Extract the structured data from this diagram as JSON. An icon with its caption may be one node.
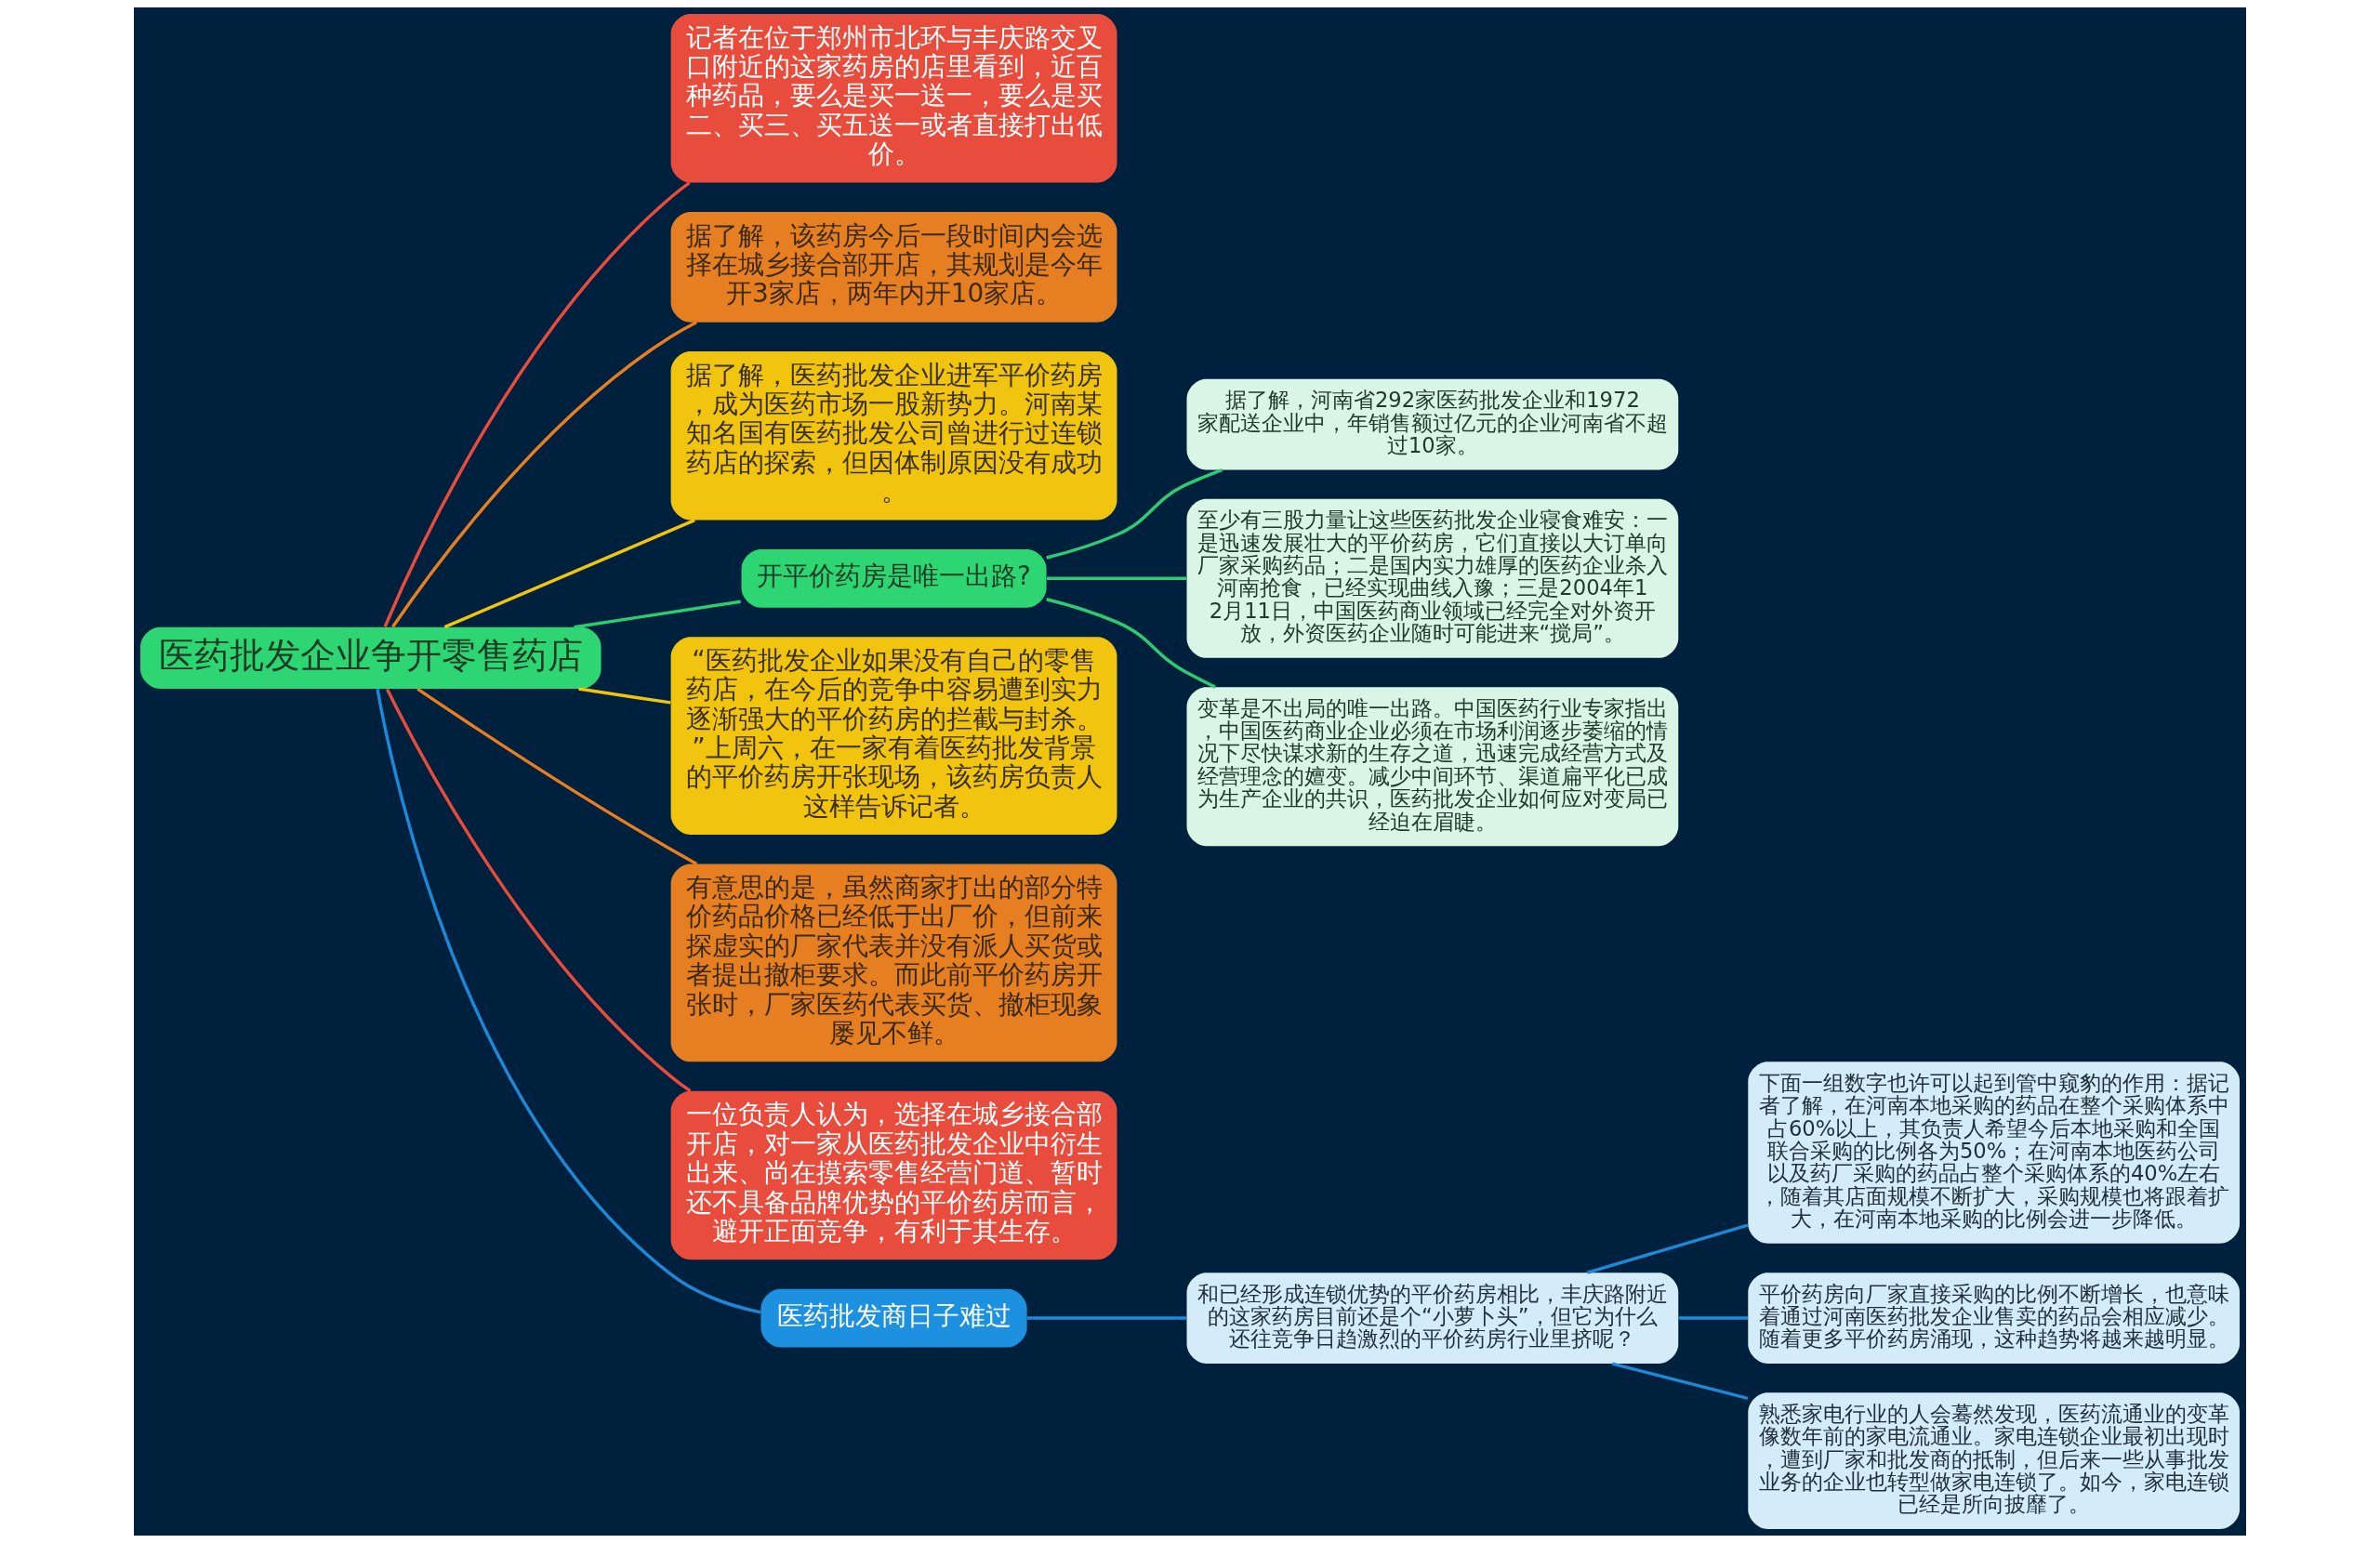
{
  "diagram": {
    "nodes": [
      {
        "text": [
          "医药批发企业争开零售药店"
        ]
      },
      {
        "text": [
          "记者在位于郑州市北环与丰庆路交叉口附近的这家药房的店里看到，近百种药品，要么是买一送一，要么是买二、买三、买五送一或者直接打出低价。"
        ]
      },
      {
        "text": [
          "据了解，该药房今后一段时间内会选择在城乡接合部开店，其规划是今年开3家店，两年内开10家店。"
        ]
      },
      {
        "text": [
          "据了解，医药批发企业进军平价药房，成为医药市场一股新势力。河南某知名国有医药批发公司曾进行过连锁药店的探索，但因体制原因没有成功。"
        ]
      },
      {
        "text": [
          "开平价药房是唯一出路?"
        ]
      },
      {
        "text": [
          "据了解，河南省292家医药批发企业和1972家配送企业中，年销售额过亿元的企业河南省不超过10家。"
        ]
      },
      {
        "text": [
          "至少有三股力量让这些医药批发企业寝食难安：一是迅速发展壮大的平价药房，它们直接以大订单向厂家采购药品；二是国内实力雄厚的医药企业杀入河南抢食，已经实现曲线入豫；三是2004年12月11日，中国医药商业领域已经完全对外资开放，外资医药企业随时可能进来“搅局”。"
        ]
      },
      {
        "text": [
          "变革是不出局的唯一出路。中国医药行业专家指出，中国医药商业企业必须在市场利润逐步萎缩的情况下尽快谋求新的生存之道，迅速完成经营方式及经营理念的嬗变。减少中间环节、渠道扁平化已成为生产企业的共识，医药批发企业如何应对变局已经迫在眉睫。"
        ]
      },
      {
        "text": [
          "“医药批发企业如果没有自己的零售药店，在今后的竞争中容易遭到实力逐渐强大的平价药房的拦截与封杀。”上周六，在一家有着医药批发背景的平价药房开张现场，该药房负责人这样告诉记者。"
        ]
      },
      {
        "text": [
          "有意思的是，虽然商家打出的部分特价药品价格已经低于出厂价，但前来探虚实的厂家代表并没有派人买货或者提出撤柜要求。而此前平价药房开张时，厂家医药代表买货、撤柜现象屡见不鲜。"
        ]
      },
      {
        "text": [
          "一位负责人认为，选择在城乡接合部开店，对一家从医药批发企业中衍生出来、尚在摸索零售经营门道、暂时还不具备品牌优势的平价药房而言，避开正面竞争，有利于其生存。"
        ]
      },
      {
        "text": [
          "医药批发商日子难过"
        ]
      },
      {
        "text": [
          "和已经形成连锁优势的平价药房相比，丰庆路附近的这家药房目前还是个“小萝卜头”，但它为什么还往竞争日趋激烈的平价药房行业里挤呢？"
        ]
      },
      {
        "text": [
          "下面一组数字也许可以起到管中窥豹的作用：据记者了解，在河南本地采购的药品在整个采购体系中占60%以上，其负责人希望今后本地采购和全国联合采购的比例各为50%；在河南本地医药公司以及药厂采购的药品占整个采购体系的40%左右，随着其店面规模不断扩大，采购规模也将跟着扩大，在河南本地采购的比例会进一步降低。"
        ]
      },
      {
        "text": [
          "平价药房向厂家直接采购的比例不断增长，也意味着通过河南医药批发企业售卖的药品会相应减少。随着更多平价药房涌现，这种趋势将越来越明显。"
        ]
      },
      {
        "text": [
          "熟悉家电行业的人会蓦然发现，医药流通业的变革像数年前的家电流通业。家电连锁企业最初出现时，遭到厂家和批发商的抵制，但后来一些从事批发业务的企业也转型做家电连锁了。如今，家电连锁已经是所向披靡了。"
        ]
      }
    ],
    "edges": [
      {
        "from": 0,
        "to": 1,
        "arrow": "none",
        "color": "#e74c3c"
      },
      {
        "from": 0,
        "to": 2,
        "arrow": "none",
        "color": "#e67e22"
      },
      {
        "from": 0,
        "to": 3,
        "arrow": "none",
        "color": "#f1c40f"
      },
      {
        "from": 0,
        "to": 4,
        "arrow": "none",
        "color": "#2ecc71"
      },
      {
        "from": 4,
        "to": 5,
        "arrow": "none",
        "color": "#2ecc71"
      },
      {
        "from": 4,
        "to": 6,
        "arrow": "none",
        "color": "#2ecc71"
      },
      {
        "from": 4,
        "to": 7,
        "arrow": "none",
        "color": "#2ecc71"
      },
      {
        "from": 0,
        "to": 8,
        "arrow": "none",
        "color": "#f1c40f"
      },
      {
        "from": 0,
        "to": 9,
        "arrow": "none",
        "color": "#e67e22"
      },
      {
        "from": 0,
        "to": 10,
        "arrow": "none",
        "color": "#e74c3c"
      },
      {
        "from": 0,
        "to": 11,
        "arrow": "none",
        "color": "#1e88d8"
      },
      {
        "from": 11,
        "to": 12,
        "arrow": "none",
        "color": "#1e88d8"
      },
      {
        "from": 12,
        "to": 13,
        "arrow": "none",
        "color": "#1e88d8"
      },
      {
        "from": 12,
        "to": 14,
        "arrow": "none",
        "color": "#1e88d8"
      },
      {
        "from": 12,
        "to": 15,
        "arrow": "none",
        "color": "#1e88d8"
      }
    ]
  }
}
